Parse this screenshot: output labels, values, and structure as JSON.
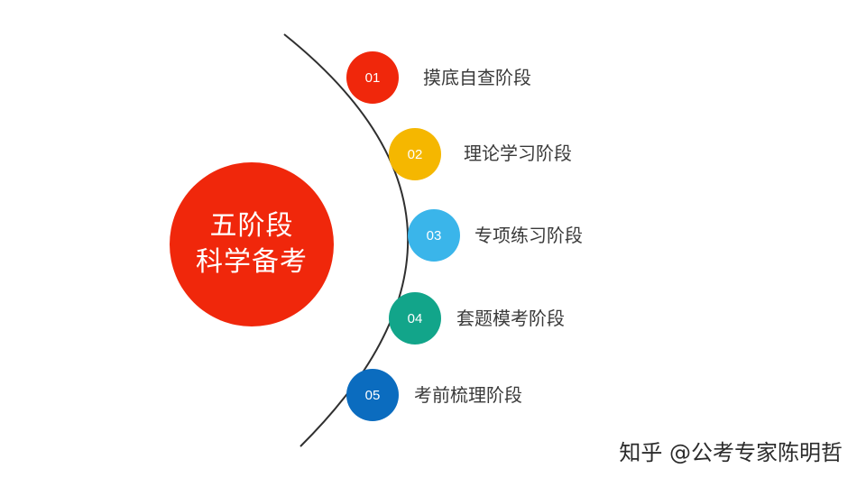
{
  "center": {
    "line1": "五阶段",
    "line2": "科学备考",
    "color": "#f0270b"
  },
  "stages": [
    {
      "num": "01",
      "label": "摸底自查阶段",
      "color": "#f0270b"
    },
    {
      "num": "02",
      "label": "理论学习阶段",
      "color": "#f5b700"
    },
    {
      "num": "03",
      "label": "专项练习阶段",
      "color": "#3ab5ea"
    },
    {
      "num": "04",
      "label": "套题模考阶段",
      "color": "#12a58a"
    },
    {
      "num": "05",
      "label": "考前梳理阶段",
      "color": "#0b6cbf"
    }
  ],
  "watermark": "知乎 @公考专家陈明哲",
  "colors": {
    "arc": "#2f2f2f",
    "text": "#3a3a3a"
  }
}
